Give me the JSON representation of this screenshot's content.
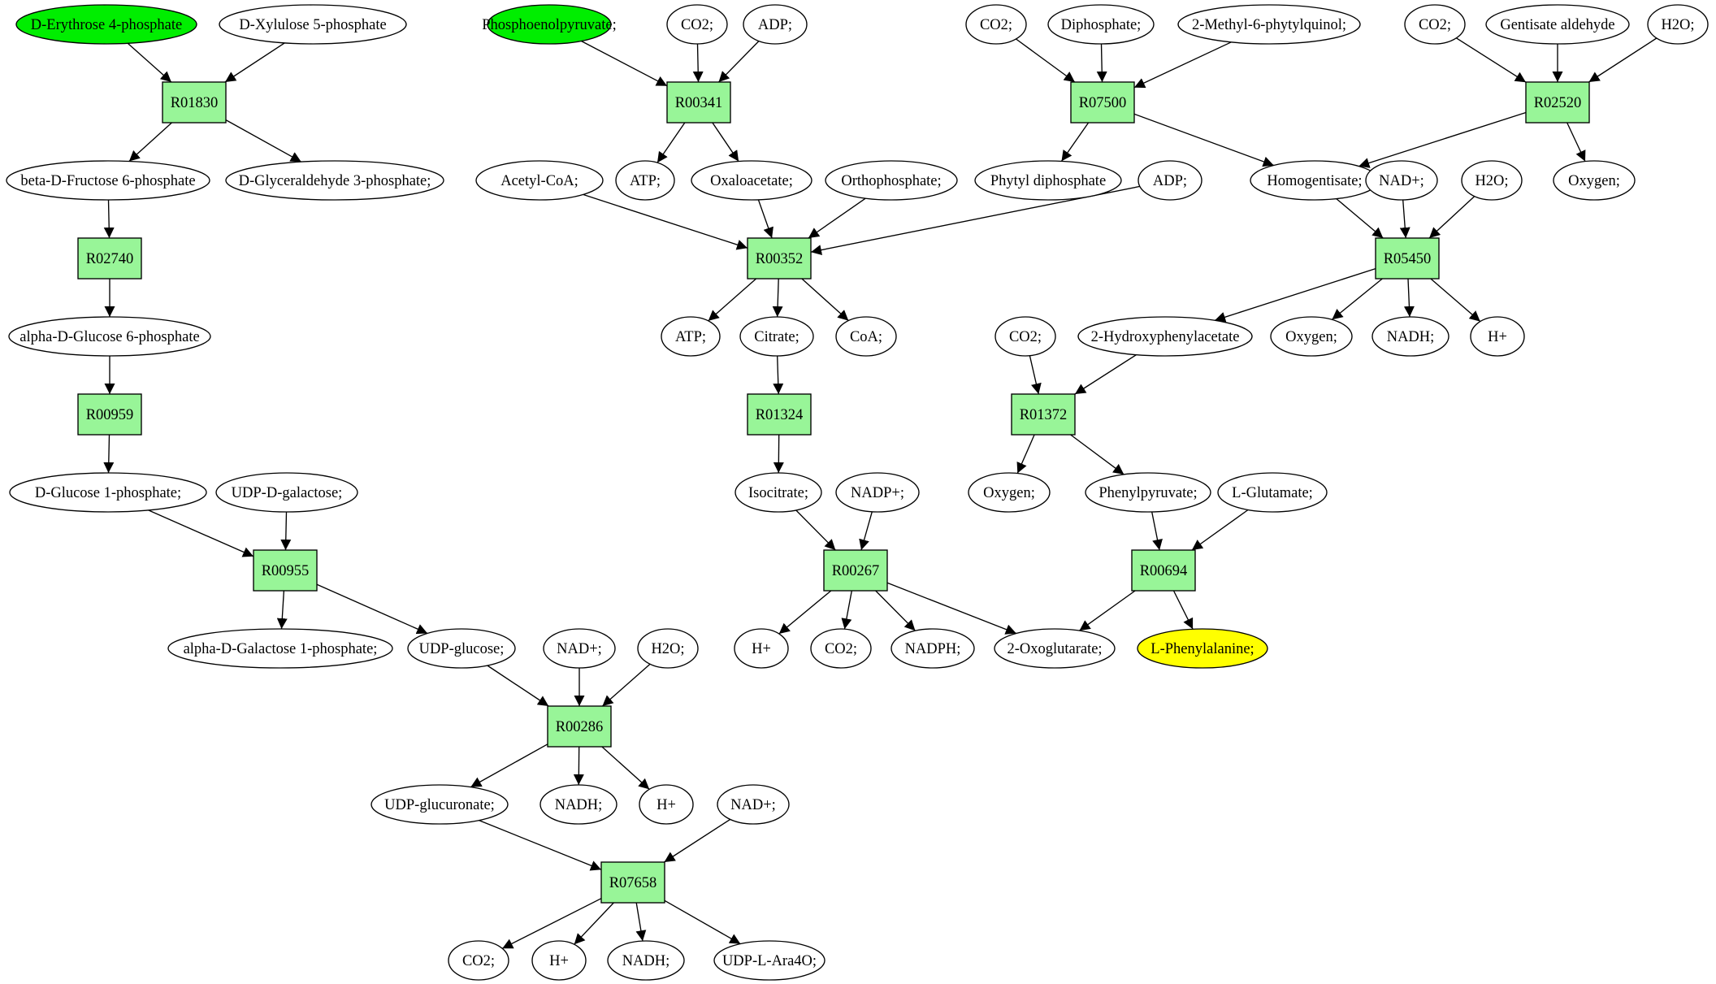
{
  "colors": {
    "compound": "#ffffff",
    "source": "#00ee00",
    "target": "#ffff00",
    "reaction": "#98f598",
    "stroke": "#000000"
  },
  "compounds": {
    "e4p": "D-Erythrose 4-phosphate",
    "xu5p": "D-Xylulose 5-phosphate",
    "pep": "Phosphoenolpyruvate;",
    "co2_a": "CO2;",
    "adp_a": "ADP;",
    "co2_b": "CO2;",
    "diphos": "Diphosphate;",
    "mpq": "2-Methyl-6-phytylquinol;",
    "co2_c": "CO2;",
    "gentald": "Gentisate aldehyde",
    "h2o_a": "H2O;",
    "bf6p": "beta-D-Fructose 6-phosphate",
    "g3p": "D-Glyceraldehyde 3-phosphate;",
    "acoa": "Acetyl-CoA;",
    "atp_a": "ATP;",
    "oaa": "Oxaloacetate;",
    "pi": "Orthophosphate;",
    "phytpp": "Phytyl diphosphate",
    "adp_b": "ADP;",
    "hga": "Homogentisate;",
    "nad_a": "NAD+;",
    "h2o_b": "H2O;",
    "oxy_a": "Oxygen;",
    "ag6p": "alpha-D-Glucose 6-phosphate",
    "atp_b": "ATP;",
    "cit": "Citrate;",
    "coa": "CoA;",
    "co2_d": "CO2;",
    "hpa": "2-Hydroxyphenylacetate",
    "oxy_b": "Oxygen;",
    "nadh_a": "NADH;",
    "hplus_a": "H+",
    "g1p": "D-Glucose 1-phosphate;",
    "udpgal": "UDP-D-galactose;",
    "icit": "Isocitrate;",
    "nadp": "NADP+;",
    "oxy_c": "Oxygen;",
    "phpyr": "Phenylpyruvate;",
    "glu": "L-Glutamate;",
    "agal1p": "alpha-D-Galactose 1-phosphate;",
    "udpglc": "UDP-glucose;",
    "nad_b": "NAD+;",
    "h2o_c": "H2O;",
    "hplus_b": "H+",
    "co2_e": "CO2;",
    "nadph": "NADPH;",
    "akg": "2-Oxoglutarate;",
    "phe": "L-Phenylalanine;",
    "udpglca": "UDP-glucuronate;",
    "nadh_b": "NADH;",
    "hplus_c": "H+",
    "nad_c": "NAD+;",
    "co2_f": "CO2;",
    "hplus_d": "H+",
    "nadh_c": "NADH;",
    "udpara": "UDP-L-Ara4O;"
  },
  "reactions": {
    "R01830": "R01830",
    "R00341": "R00341",
    "R07500": "R07500",
    "R02520": "R02520",
    "R02740": "R02740",
    "R00352": "R00352",
    "R05450": "R05450",
    "R00959": "R00959",
    "R01324": "R01324",
    "R01372": "R01372",
    "R00955": "R00955",
    "R00267": "R00267",
    "R00694": "R00694",
    "R00286": "R00286",
    "R07658": "R07658"
  },
  "edges": [
    [
      "e4p",
      "R01830"
    ],
    [
      "xu5p",
      "R01830"
    ],
    [
      "R01830",
      "bf6p"
    ],
    [
      "R01830",
      "g3p"
    ],
    [
      "pep",
      "R00341"
    ],
    [
      "co2_a",
      "R00341"
    ],
    [
      "adp_a",
      "R00341"
    ],
    [
      "R00341",
      "atp_a"
    ],
    [
      "R00341",
      "oaa"
    ],
    [
      "co2_b",
      "R07500"
    ],
    [
      "diphos",
      "R07500"
    ],
    [
      "mpq",
      "R07500"
    ],
    [
      "R07500",
      "phytpp"
    ],
    [
      "R07500",
      "hga"
    ],
    [
      "co2_c",
      "R02520"
    ],
    [
      "gentald",
      "R02520"
    ],
    [
      "h2o_a",
      "R02520"
    ],
    [
      "R02520",
      "hga"
    ],
    [
      "R02520",
      "oxy_a"
    ],
    [
      "bf6p",
      "R02740"
    ],
    [
      "R02740",
      "ag6p"
    ],
    [
      "acoa",
      "R00352"
    ],
    [
      "oaa",
      "R00352"
    ],
    [
      "pi",
      "R00352"
    ],
    [
      "adp_b",
      "R00352"
    ],
    [
      "R00352",
      "atp_b"
    ],
    [
      "R00352",
      "cit"
    ],
    [
      "R00352",
      "coa"
    ],
    [
      "hga",
      "R05450"
    ],
    [
      "nad_a",
      "R05450"
    ],
    [
      "h2o_b",
      "R05450"
    ],
    [
      "R05450",
      "hpa"
    ],
    [
      "R05450",
      "oxy_b"
    ],
    [
      "R05450",
      "nadh_a"
    ],
    [
      "R05450",
      "hplus_a"
    ],
    [
      "ag6p",
      "R00959"
    ],
    [
      "R00959",
      "g1p"
    ],
    [
      "cit",
      "R01324"
    ],
    [
      "R01324",
      "icit"
    ],
    [
      "co2_d",
      "R01372"
    ],
    [
      "hpa",
      "R01372"
    ],
    [
      "R01372",
      "oxy_c"
    ],
    [
      "R01372",
      "phpyr"
    ],
    [
      "g1p",
      "R00955"
    ],
    [
      "udpgal",
      "R00955"
    ],
    [
      "R00955",
      "agal1p"
    ],
    [
      "R00955",
      "udpglc"
    ],
    [
      "icit",
      "R00267"
    ],
    [
      "nadp",
      "R00267"
    ],
    [
      "R00267",
      "hplus_b"
    ],
    [
      "R00267",
      "co2_e"
    ],
    [
      "R00267",
      "nadph"
    ],
    [
      "R00267",
      "akg"
    ],
    [
      "phpyr",
      "R00694"
    ],
    [
      "glu",
      "R00694"
    ],
    [
      "R00694",
      "akg"
    ],
    [
      "R00694",
      "phe"
    ],
    [
      "udpglc",
      "R00286"
    ],
    [
      "nad_b",
      "R00286"
    ],
    [
      "h2o_c",
      "R00286"
    ],
    [
      "R00286",
      "udpglca"
    ],
    [
      "R00286",
      "nadh_b"
    ],
    [
      "R00286",
      "hplus_c"
    ],
    [
      "udpglca",
      "R07658"
    ],
    [
      "nad_c",
      "R07658"
    ],
    [
      "R07658",
      "co2_f"
    ],
    [
      "R07658",
      "hplus_d"
    ],
    [
      "R07658",
      "nadh_c"
    ],
    [
      "R07658",
      "udpara"
    ]
  ]
}
